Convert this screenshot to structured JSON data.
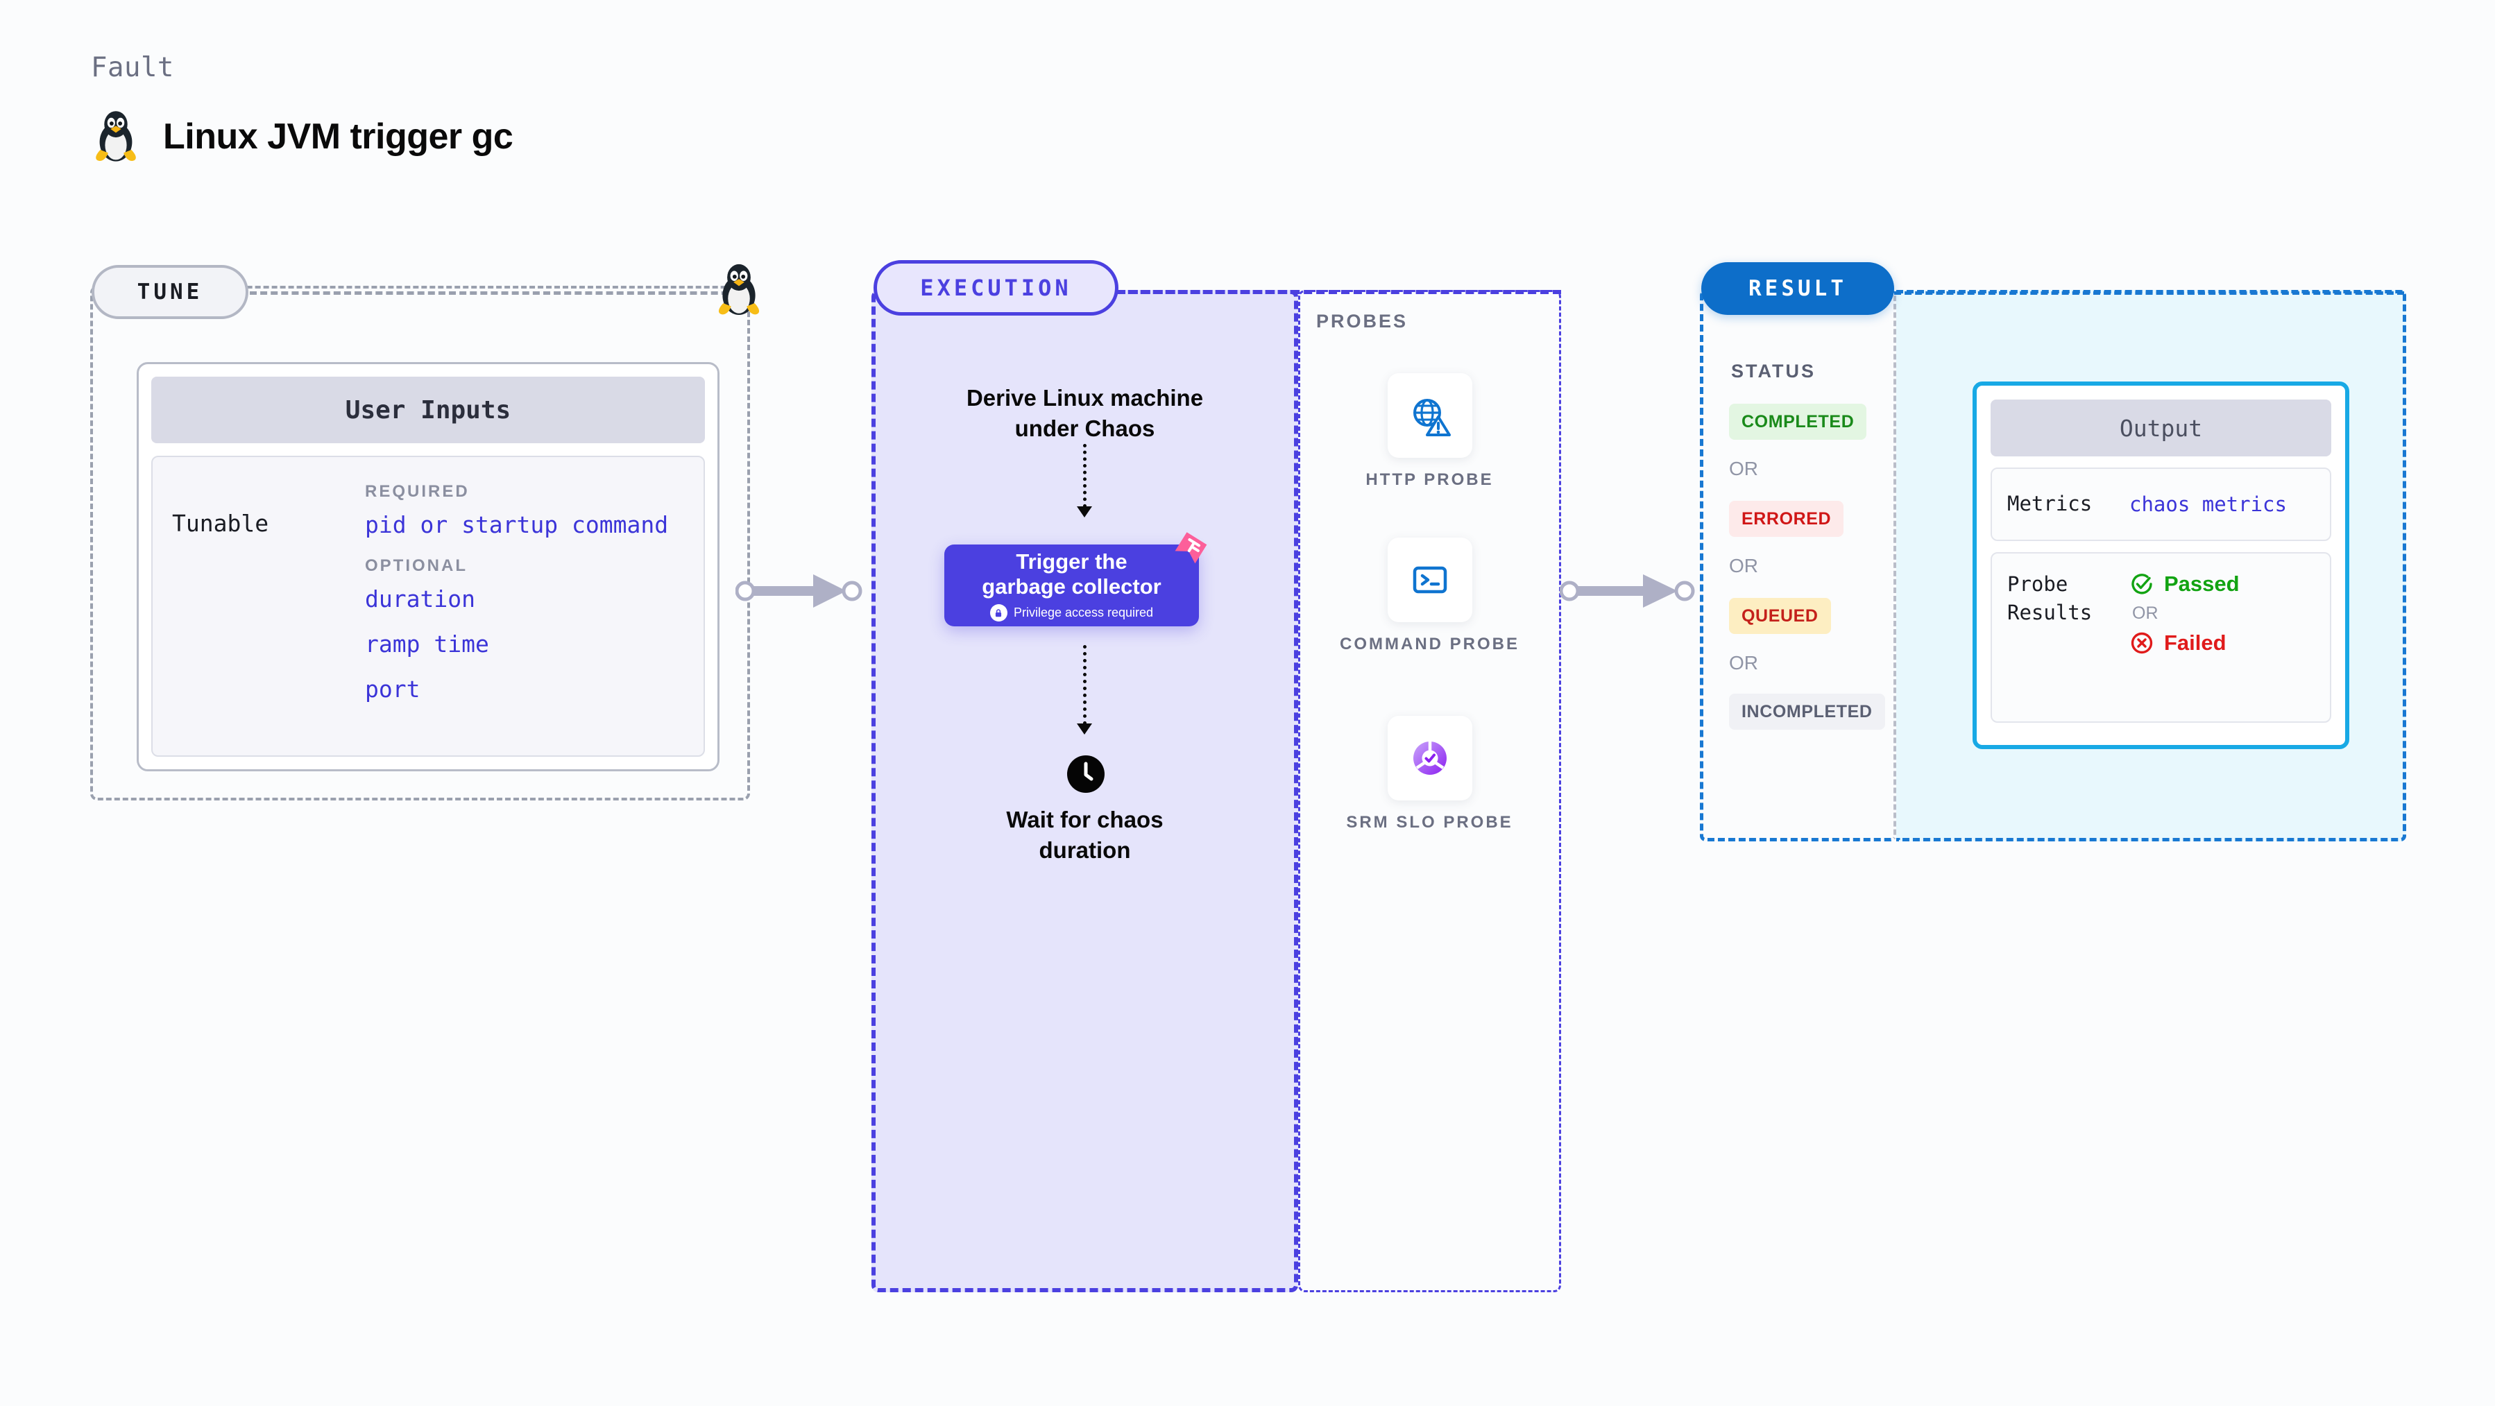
{
  "header": {
    "eyebrow": "Fault",
    "title": "Linux JVM trigger gc",
    "icon": "linux-penguin-icon"
  },
  "tune": {
    "pill_label": "TUNE",
    "edge_icon": "linux-penguin-icon",
    "card": {
      "title": "User Inputs",
      "row_label": "Tunable",
      "groups": [
        {
          "kicker": "REQUIRED",
          "items": [
            "pid or startup command"
          ]
        },
        {
          "kicker": "OPTIONAL",
          "items": [
            "duration",
            "ramp time",
            "port"
          ]
        }
      ]
    }
  },
  "execution": {
    "pill_label": "EXECUTION",
    "step1": "Derive Linux machine\nunder Chaos",
    "node": {
      "title": "Trigger the\ngarbage collector",
      "subtitle": "Privilege access required",
      "lock_icon": "lock-icon",
      "ribbon_icon": "pink-ribbon-icon"
    },
    "step3": "Wait for chaos\nduration",
    "clock_icon": "clock-icon"
  },
  "probes": {
    "section_label": "PROBES",
    "items": [
      {
        "name": "HTTP PROBE",
        "icon": "globe-alert-icon"
      },
      {
        "name": "COMMAND PROBE",
        "icon": "terminal-icon"
      },
      {
        "name": "SRM SLO PROBE",
        "icon": "slo-check-icon"
      }
    ]
  },
  "result": {
    "pill_label": "RESULT",
    "status_label": "STATUS",
    "or_label": "OR",
    "statuses": [
      {
        "label": "COMPLETED",
        "bg": "#e3f6e2",
        "fg": "#1a8a1a"
      },
      {
        "label": "ERRORED",
        "bg": "#fdeaea",
        "fg": "#d01616"
      },
      {
        "label": "QUEUED",
        "bg": "#fdeec2",
        "fg": "#c4211b"
      },
      {
        "label": "INCOMPLETED",
        "bg": "#f0f1f5",
        "fg": "#5a5f72"
      }
    ]
  },
  "output": {
    "title": "Output",
    "metrics_label": "Metrics",
    "metrics_value": "chaos metrics",
    "probe_results_label": "Probe\nResults",
    "passed_label": "Passed",
    "failed_label": "Failed",
    "or_label": "OR",
    "passed_icon": "check-circle-icon",
    "failed_icon": "x-circle-icon"
  },
  "connectors": {
    "arrow1": "arrow-tune-to-execution",
    "arrow2": "arrow-probes-to-result"
  },
  "colors": {
    "accent_indigo": "#4b40e0",
    "accent_blue": "#0d6ec9",
    "accent_cyan": "#18a9e5",
    "pink": "#fc5f9a",
    "grey_border": "#9aa0ae"
  }
}
